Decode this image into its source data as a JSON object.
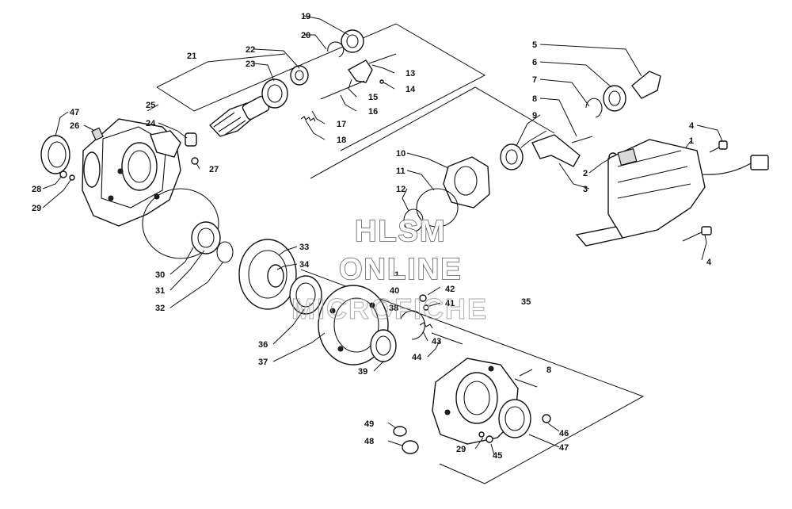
{
  "watermark": {
    "line1": "HLSM",
    "line2": "ONLINE",
    "line3": "MICROFICHE"
  },
  "callouts": [
    {
      "id": "c1",
      "text": "1"
    },
    {
      "id": "c2",
      "text": "2"
    },
    {
      "id": "c3",
      "text": "3"
    },
    {
      "id": "c4a",
      "text": "4"
    },
    {
      "id": "c4b",
      "text": "4"
    },
    {
      "id": "c5",
      "text": "5"
    },
    {
      "id": "c6",
      "text": "6"
    },
    {
      "id": "c7",
      "text": "7"
    },
    {
      "id": "c8a",
      "text": "8"
    },
    {
      "id": "c8b",
      "text": "8"
    },
    {
      "id": "c9",
      "text": "9"
    },
    {
      "id": "c10",
      "text": "10"
    },
    {
      "id": "c11",
      "text": "11"
    },
    {
      "id": "c12",
      "text": "12"
    },
    {
      "id": "c13",
      "text": "13"
    },
    {
      "id": "c14",
      "text": "14"
    },
    {
      "id": "c15",
      "text": "15"
    },
    {
      "id": "c16",
      "text": "16"
    },
    {
      "id": "c17",
      "text": "17"
    },
    {
      "id": "c18",
      "text": "18"
    },
    {
      "id": "c19",
      "text": "19"
    },
    {
      "id": "c20",
      "text": "20"
    },
    {
      "id": "c21",
      "text": "21"
    },
    {
      "id": "c22",
      "text": "22"
    },
    {
      "id": "c23",
      "text": "23"
    },
    {
      "id": "c24",
      "text": "24"
    },
    {
      "id": "c25",
      "text": "25"
    },
    {
      "id": "c26",
      "text": "26"
    },
    {
      "id": "c27",
      "text": "27"
    },
    {
      "id": "c28",
      "text": "28"
    },
    {
      "id": "c29a",
      "text": "29"
    },
    {
      "id": "c29b",
      "text": "29"
    },
    {
      "id": "c30",
      "text": "30"
    },
    {
      "id": "c31",
      "text": "31"
    },
    {
      "id": "c32",
      "text": "32"
    },
    {
      "id": "c33",
      "text": "33"
    },
    {
      "id": "c34",
      "text": "34"
    },
    {
      "id": "c35",
      "text": "35"
    },
    {
      "id": "c36",
      "text": "36"
    },
    {
      "id": "c37",
      "text": "37"
    },
    {
      "id": "c38",
      "text": "38"
    },
    {
      "id": "c39",
      "text": "39"
    },
    {
      "id": "c40",
      "text": "40"
    },
    {
      "id": "c41a",
      "text": "41"
    },
    {
      "id": "c41b",
      "text": "41"
    },
    {
      "id": "c42",
      "text": "42"
    },
    {
      "id": "c43",
      "text": "43"
    },
    {
      "id": "c44",
      "text": "44"
    },
    {
      "id": "c45",
      "text": "45"
    },
    {
      "id": "c46",
      "text": "46"
    },
    {
      "id": "c47a",
      "text": "47"
    },
    {
      "id": "c47b",
      "text": "47"
    },
    {
      "id": "c48",
      "text": "48"
    },
    {
      "id": "c49",
      "text": "49"
    }
  ]
}
